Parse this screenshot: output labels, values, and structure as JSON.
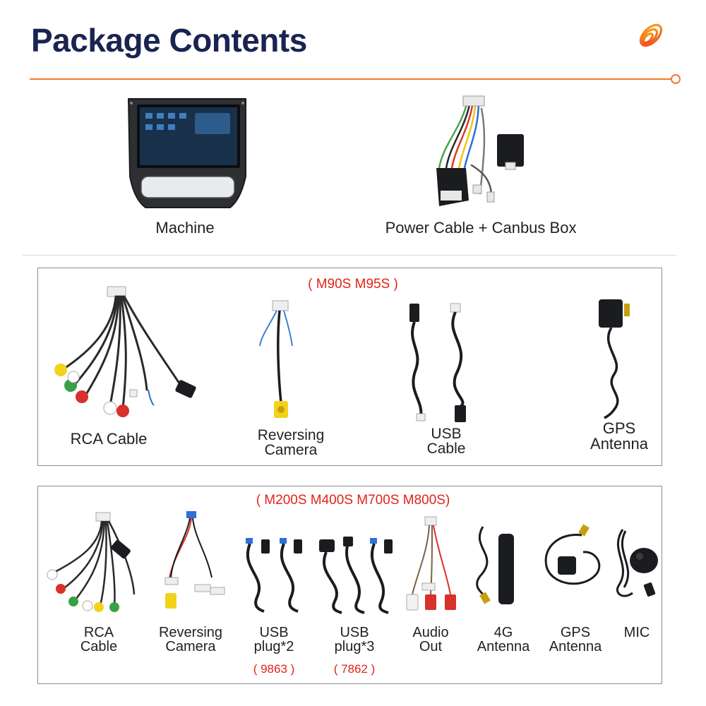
{
  "header": {
    "title": "Package Contents"
  },
  "top_items": [
    {
      "label": "Machine"
    },
    {
      "label": "Power Cable + Canbus Box"
    }
  ],
  "box1": {
    "models": "( M90S M95S )",
    "items": [
      {
        "label": "RCA Cable"
      },
      {
        "label_line1": "Reversing",
        "label_line2": "Camera"
      },
      {
        "label_line1": "USB",
        "label_line2": "Cable"
      },
      {
        "label_line1": "GPS",
        "label_line2": "Antenna"
      }
    ]
  },
  "box2": {
    "models": "( M200S M400S M700S M800S)",
    "items": [
      {
        "label_line1": "RCA",
        "label_line2": "Cable"
      },
      {
        "label_line1": "Reversing",
        "label_line2": "Camera"
      },
      {
        "label_line1": "USB",
        "label_line2": "plug*2",
        "code": "( 9863 )"
      },
      {
        "label_line1": "USB",
        "label_line2": "plug*3",
        "code": "( 7862 )"
      },
      {
        "label_line1": "Audio",
        "label_line2": "Out"
      },
      {
        "label_line1": "4G",
        "label_line2": "Antenna"
      },
      {
        "label_line1": "GPS",
        "label_line2": "Antenna"
      },
      {
        "label": "MIC"
      }
    ]
  },
  "colors": {
    "title": "#1a2450",
    "accent": "#f07a2a",
    "model_text": "#e2231a",
    "box_border": "#8d8d8d"
  }
}
